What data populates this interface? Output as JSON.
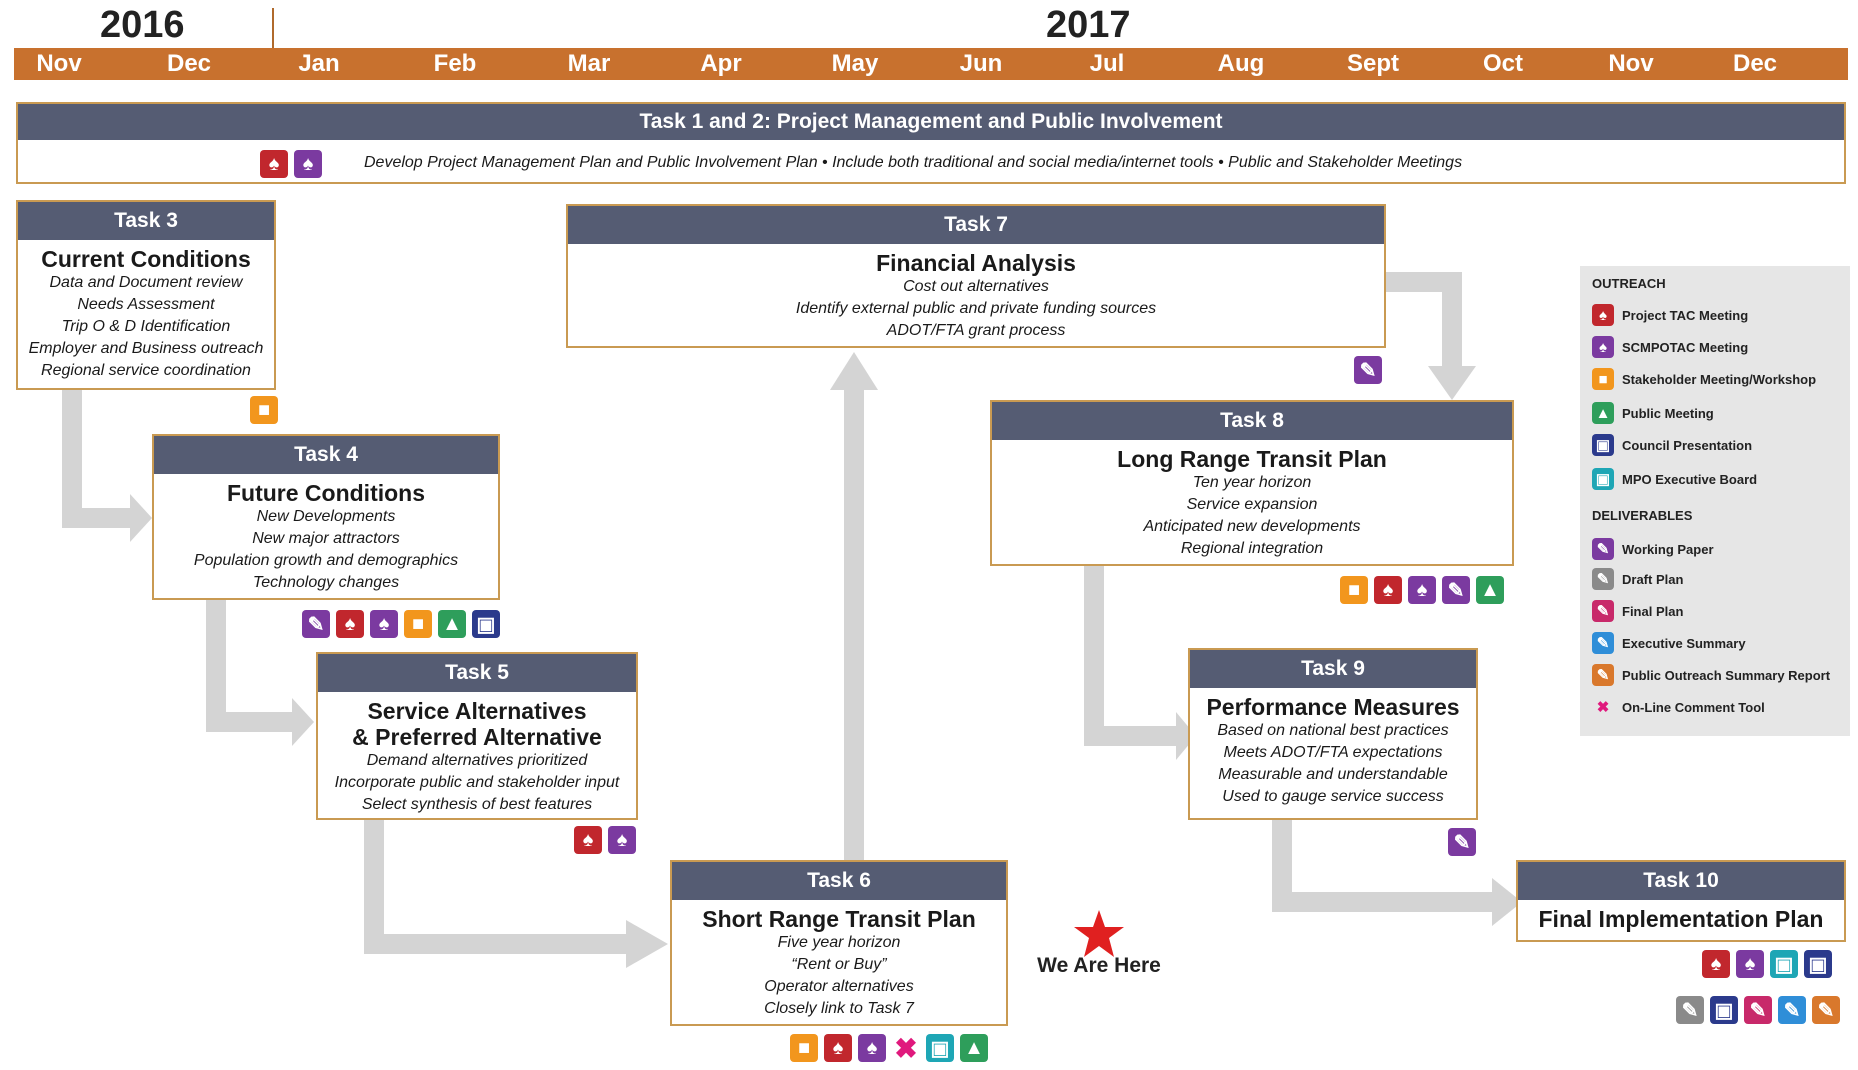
{
  "timeline": {
    "years": [
      "2016",
      "2017"
    ],
    "months": [
      "Nov",
      "Dec",
      "Jan",
      "Feb",
      "Mar",
      "Apr",
      "May",
      "Jun",
      "Jul",
      "Aug",
      "Sept",
      "Oct",
      "Nov",
      "Dec"
    ]
  },
  "task12": {
    "title": "Task 1 and 2: Project Management and Public Involvement",
    "description": "Develop Project Management Plan and Public Involvement Plan • Include both traditional and social media/internet tools • Public and Stakeholder Meetings",
    "icons": [
      "project-tac-meeting-icon",
      "scmpotac-meeting-icon"
    ]
  },
  "tasks": {
    "t3": {
      "label": "Task 3",
      "title": "Current Conditions",
      "lines": [
        "Data and Document review",
        "Needs Assessment",
        "Trip O & D Identification",
        "Employer and Business outreach",
        "Regional service coordination"
      ]
    },
    "t4": {
      "label": "Task 4",
      "title": "Future Conditions",
      "lines": [
        "New Developments",
        "New major attractors",
        "Population growth and demographics",
        "Technology changes"
      ]
    },
    "t5": {
      "label": "Task 5",
      "title": "Service Alternatives",
      "title2": "& Preferred Alternative",
      "lines": [
        "Demand alternatives prioritized",
        "Incorporate public and stakeholder input",
        "Select synthesis of best features"
      ]
    },
    "t6": {
      "label": "Task 6",
      "title": "Short Range Transit Plan",
      "lines": [
        "Five year horizon",
        "“Rent or Buy”",
        "Operator alternatives",
        "Closely link to Task 7"
      ]
    },
    "t7": {
      "label": "Task 7",
      "title": "Financial Analysis",
      "lines": [
        "Cost out alternatives",
        "Identify external public and private funding sources",
        "ADOT/FTA grant process"
      ]
    },
    "t8": {
      "label": "Task 8",
      "title": "Long Range Transit Plan",
      "lines": [
        "Ten year horizon",
        "Service expansion",
        "Anticipated new developments",
        "Regional integration"
      ]
    },
    "t9": {
      "label": "Task 9",
      "title": "Performance Measures",
      "lines": [
        "Based on national best practices",
        "Meets ADOT/FTA expectations",
        "Measurable and understandable",
        "Used to gauge service success"
      ]
    },
    "t10": {
      "label": "Task 10",
      "title": "Final Implementation Plan"
    }
  },
  "marker": {
    "label": "We Are Here",
    "color": "#e02020"
  },
  "legend": {
    "outreach_head": "OUTREACH",
    "outreach": [
      "Project TAC Meeting",
      "SCMPOTAC Meeting",
      "Stakeholder Meeting/Workshop",
      "Public Meeting",
      "Council Presentation",
      "MPO Executive Board"
    ],
    "deliverables_head": "DELIVERABLES",
    "deliverables": [
      "Working Paper",
      "Draft Plan",
      "Final Plan",
      "Executive Summary",
      "Public Outreach Summary Report",
      "On-Line Comment Tool"
    ]
  },
  "colors": {
    "accent": "#c8712e",
    "header": "#555c73",
    "border": "#c99a52",
    "arrow": "#d4d4d4"
  }
}
